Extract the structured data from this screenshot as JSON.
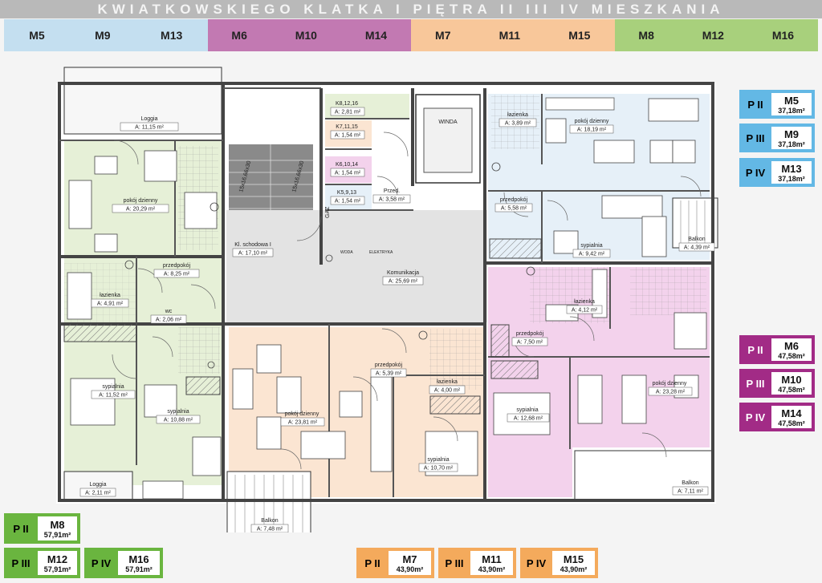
{
  "title": "KWIATKOWSKIEGO KLATKA I PIĘTRA II III IV MIESZKANIA",
  "colors": {
    "blue": "#c4dff0",
    "magenta": "#c279b2",
    "orange": "#f8c79a",
    "green": "#a8d07c",
    "blue_room": "#e6f0f8",
    "pink_room": "#f3d2ec",
    "peach_room": "#fbe5d2",
    "green_room": "#e6f0d7",
    "badge_blue": "#63b8e5",
    "badge_magenta": "#a22b86",
    "badge_orange": "#f4aa5c",
    "badge_green": "#6ab53f"
  },
  "bands": [
    {
      "color": "#c4dff0",
      "labels": [
        "M5",
        "M9",
        "M13"
      ]
    },
    {
      "color": "#c279b2",
      "labels": [
        "M6",
        "M10",
        "M14"
      ]
    },
    {
      "color": "#f8c79a",
      "labels": [
        "M7",
        "M11",
        "M15"
      ]
    },
    {
      "color": "#a8d07c",
      "labels": [
        "M8",
        "M12",
        "M16"
      ]
    }
  ],
  "rooms": {
    "loggia_tl": {
      "name": "Loggia",
      "area": "A: 11,15 m²"
    },
    "pokoj_l": {
      "name": "pokój dzienny",
      "area": "A: 20,29 m²"
    },
    "przedpokoj_l": {
      "name": "przedpokój",
      "area": "A: 8,25 m²"
    },
    "lazienka_l": {
      "name": "łazienka",
      "area": "A: 4,91 m²"
    },
    "wc_l": {
      "name": "wc",
      "area": "A: 2,06 m²"
    },
    "sypialnia_l1": {
      "name": "sypialnia",
      "area": "A: 11,52 m²"
    },
    "sypialnia_l2": {
      "name": "sypialnia",
      "area": "A: 10,88 m²"
    },
    "loggia_bl": {
      "name": "Loggia",
      "area": "A: 2,11 m²"
    },
    "klatka": {
      "name": "Kl. schodowa I",
      "area": "A: 17,10 m²"
    },
    "k8": {
      "name": "K8,12,16",
      "area": "A: 2,81 m²"
    },
    "k7": {
      "name": "K7,11,15",
      "area": "A: 1,54 m²"
    },
    "k6": {
      "name": "K6,10,14",
      "area": "A: 1,54 m²"
    },
    "k5": {
      "name": "K5,9,13",
      "area": "A: 1,54 m²"
    },
    "przed_c": {
      "name": "Przed.",
      "area": "A: 3,58 m²"
    },
    "winda": {
      "name": "WINDA",
      "area": ""
    },
    "komunikacja": {
      "name": "Komunikacja",
      "area": "A: 25,69 m²"
    },
    "lazienka_tr": {
      "name": "łazienka",
      "area": "A: 3,89 m²"
    },
    "pokoj_tr": {
      "name": "pokój dzienny",
      "area": "A: 18,19 m²"
    },
    "przedpokoj_tr": {
      "name": "przedpokój",
      "area": "A: 5,58 m²"
    },
    "sypialnia_tr": {
      "name": "sypialnia",
      "area": "A: 9,42 m²"
    },
    "balkon_r": {
      "name": "Balkon",
      "area": "A: 4,39 m²"
    },
    "lazienka_mr": {
      "name": "łazienka",
      "area": "A: 4,12 m²"
    },
    "przedpokoj_mr": {
      "name": "przedpokój",
      "area": "A: 7,50 m²"
    },
    "pokoj_mr": {
      "name": "pokój dzienny",
      "area": "A: 23,28 m²"
    },
    "sypialnia_mr": {
      "name": "sypialnia",
      "area": "A: 12,68 m²"
    },
    "balkon_br": {
      "name": "Balkon",
      "area": "A: 7,11 m²"
    },
    "pokoj_bc": {
      "name": "pokój dzienny",
      "area": "A: 23,81 m²"
    },
    "przedpokoj_bc": {
      "name": "przedpokój",
      "area": "A: 5,39 m²"
    },
    "lazienka_bc": {
      "name": "łazienka",
      "area": "A: 4,00 m²"
    },
    "sypialnia_bc": {
      "name": "sypialnia",
      "area": "A: 10,70 m²"
    },
    "balkon_bc": {
      "name": "Balkon",
      "area": "A: 7,48 m²"
    }
  },
  "small_labels": {
    "stair1": "15x16,66x30",
    "stair2": "15x16,66x30",
    "gaz": "GAZ",
    "woda": "WODA",
    "elektryka": "ELEKTRYKA"
  },
  "badges": {
    "m5": {
      "floor": "P II",
      "unit": "M5",
      "area": "37,18m²"
    },
    "m9": {
      "floor": "P III",
      "unit": "M9",
      "area": "37,18m²"
    },
    "m13": {
      "floor": "P IV",
      "unit": "M13",
      "area": "37,18m²"
    },
    "m6": {
      "floor": "P II",
      "unit": "M6",
      "area": "47,58m²"
    },
    "m10": {
      "floor": "P III",
      "unit": "M10",
      "area": "47,58m²"
    },
    "m14": {
      "floor": "P IV",
      "unit": "M14",
      "area": "47,58m²"
    },
    "m8": {
      "floor": "P II",
      "unit": "M8",
      "area": "57,91m²"
    },
    "m12": {
      "floor": "P III",
      "unit": "M12",
      "area": "57,91m²"
    },
    "m16": {
      "floor": "P IV",
      "unit": "M16",
      "area": "57,91m²"
    },
    "m7": {
      "floor": "P II",
      "unit": "M7",
      "area": "43,90m²"
    },
    "m11": {
      "floor": "P III",
      "unit": "M11",
      "area": "43,90m²"
    },
    "m15": {
      "floor": "P IV",
      "unit": "M15",
      "area": "43,90m²"
    }
  }
}
